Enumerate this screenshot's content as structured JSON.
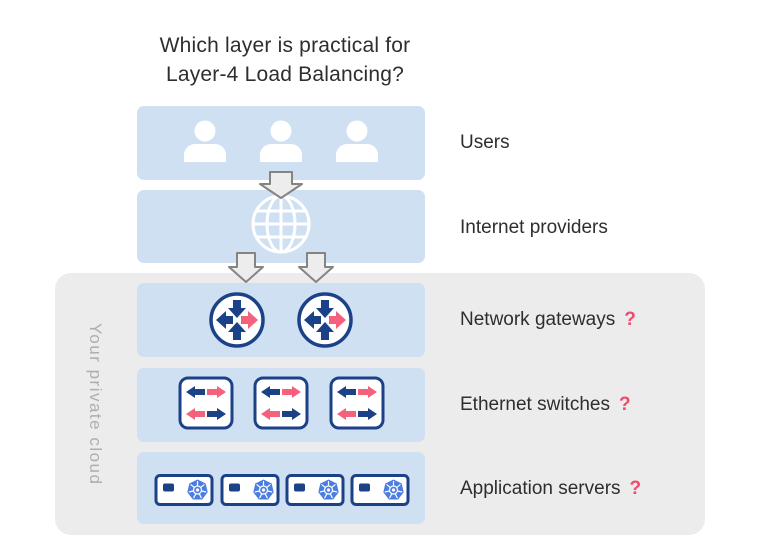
{
  "title": {
    "line1": "Which layer is practical for",
    "line2": "Layer-4 Load Balancing?"
  },
  "rows": [
    {
      "label": "Users",
      "q": "",
      "icon": "user-icon",
      "icon_count": 3,
      "in_private_cloud": false
    },
    {
      "label": "Internet providers",
      "q": "",
      "icon": "globe-icon",
      "icon_count": 1,
      "in_private_cloud": false
    },
    {
      "label": "Network gateways",
      "q": "?",
      "icon": "router-icon",
      "icon_count": 2,
      "in_private_cloud": true
    },
    {
      "label": "Ethernet switches",
      "q": "?",
      "icon": "switch-icon",
      "icon_count": 3,
      "in_private_cloud": true
    },
    {
      "label": "Application servers",
      "q": "?",
      "icon": "server-icon",
      "icon_count": 4,
      "in_private_cloud": true
    }
  ],
  "private_cloud": {
    "label": "Your private cloud"
  },
  "flow_arrows": {
    "icon": "down-arrow-icon",
    "count": 3
  },
  "colors": {
    "band": "#cfe0f2",
    "cloud": "#ececec",
    "navy": "#1b4287",
    "pink": "#f4617c",
    "pinkq": "#ee4b6e",
    "badge": "#4b7ee0",
    "arrowfill": "#ededed",
    "arrowstroke": "#848484",
    "text": "#2e2e2e",
    "cloudtext": "#aeaeae"
  }
}
